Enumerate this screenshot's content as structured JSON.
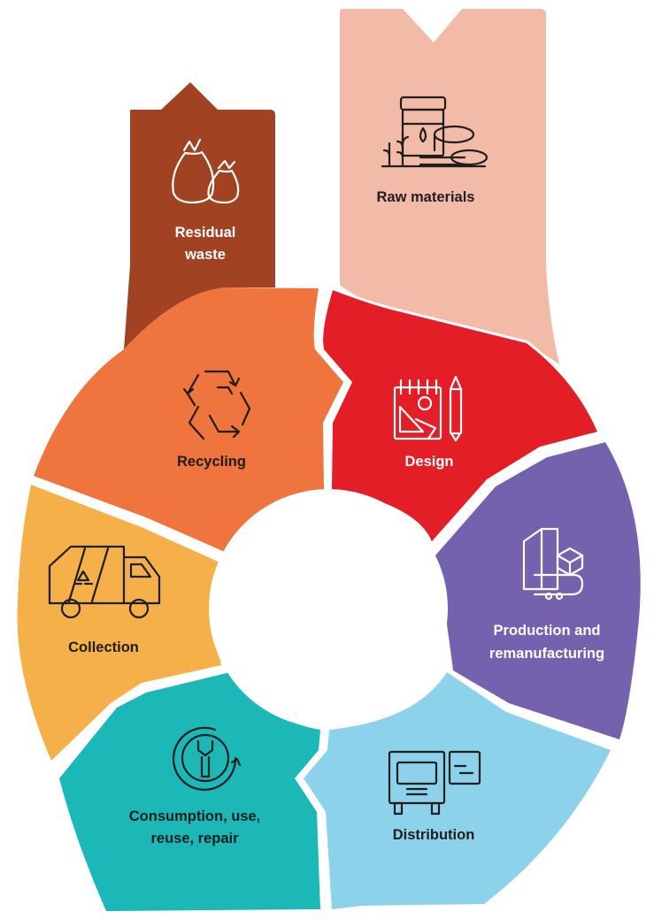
{
  "diagram": {
    "raw_materials": {
      "label": "Raw materials",
      "icon": "raw-materials-icon",
      "color": "#F2BBA8"
    },
    "residual_waste": {
      "label_line1": "Residual",
      "label_line2": "waste",
      "icon": "garbage-bags-icon",
      "color": "#A14322"
    },
    "cycle": {
      "recycling": {
        "label": "Recycling",
        "icon": "recycle-icon",
        "color": "#EF743D"
      },
      "design": {
        "label": "Design",
        "icon": "design-tools-icon",
        "color": "#E31E26"
      },
      "production": {
        "label_line1": "Production and",
        "label_line2": "remanufacturing",
        "icon": "factory-machine-icon",
        "color": "#7462AE"
      },
      "distribution": {
        "label": "Distribution",
        "icon": "delivery-truck-icon",
        "color": "#8CD2EA"
      },
      "consumption": {
        "label_line1": "Consumption, use,",
        "label_line2": "reuse, repair",
        "icon": "wrench-cycle-icon",
        "color": "#1BB8B7"
      },
      "collection": {
        "label": "Collection",
        "icon": "garbage-truck-icon",
        "color": "#F6B04A"
      }
    },
    "center_color": "#FFFFFF",
    "text_dark": "#1E1E1E",
    "text_light": "#FFFFFF"
  }
}
